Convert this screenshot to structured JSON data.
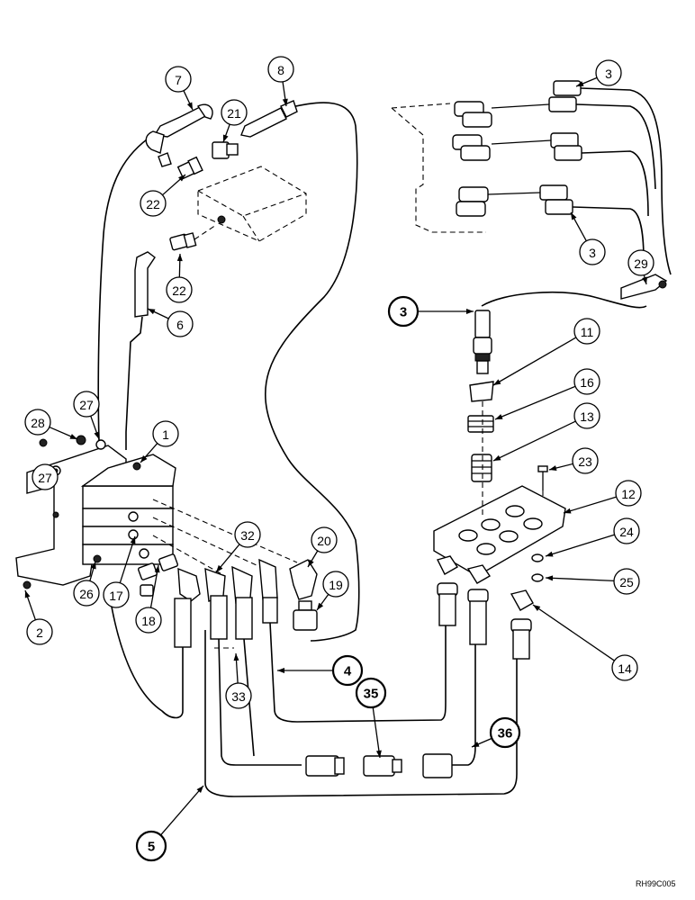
{
  "callouts": [
    {
      "label": "7",
      "bold": false
    },
    {
      "label": "8",
      "bold": false
    },
    {
      "label": "21",
      "bold": false
    },
    {
      "label": "22",
      "bold": false
    },
    {
      "label": "22",
      "bold": false
    },
    {
      "label": "6",
      "bold": false
    },
    {
      "label": "3",
      "bold": false
    },
    {
      "label": "3",
      "bold": false
    },
    {
      "label": "29",
      "bold": false
    },
    {
      "label": "3",
      "bold": true
    },
    {
      "label": "11",
      "bold": false
    },
    {
      "label": "16",
      "bold": false
    },
    {
      "label": "13",
      "bold": false
    },
    {
      "label": "23",
      "bold": false
    },
    {
      "label": "12",
      "bold": false
    },
    {
      "label": "24",
      "bold": false
    },
    {
      "label": "25",
      "bold": false
    },
    {
      "label": "14",
      "bold": false
    },
    {
      "label": "27",
      "bold": false
    },
    {
      "label": "28",
      "bold": false
    },
    {
      "label": "27",
      "bold": false
    },
    {
      "label": "1",
      "bold": false
    },
    {
      "label": "2",
      "bold": false
    },
    {
      "label": "26",
      "bold": false
    },
    {
      "label": "17",
      "bold": false
    },
    {
      "label": "18",
      "bold": false
    },
    {
      "label": "32",
      "bold": false
    },
    {
      "label": "20",
      "bold": false
    },
    {
      "label": "19",
      "bold": false
    },
    {
      "label": "33",
      "bold": false
    },
    {
      "label": "4",
      "bold": true
    },
    {
      "label": "35",
      "bold": true
    },
    {
      "label": "36",
      "bold": true
    },
    {
      "label": "5",
      "bold": true
    }
  ],
  "reference_code": "RH99C005"
}
